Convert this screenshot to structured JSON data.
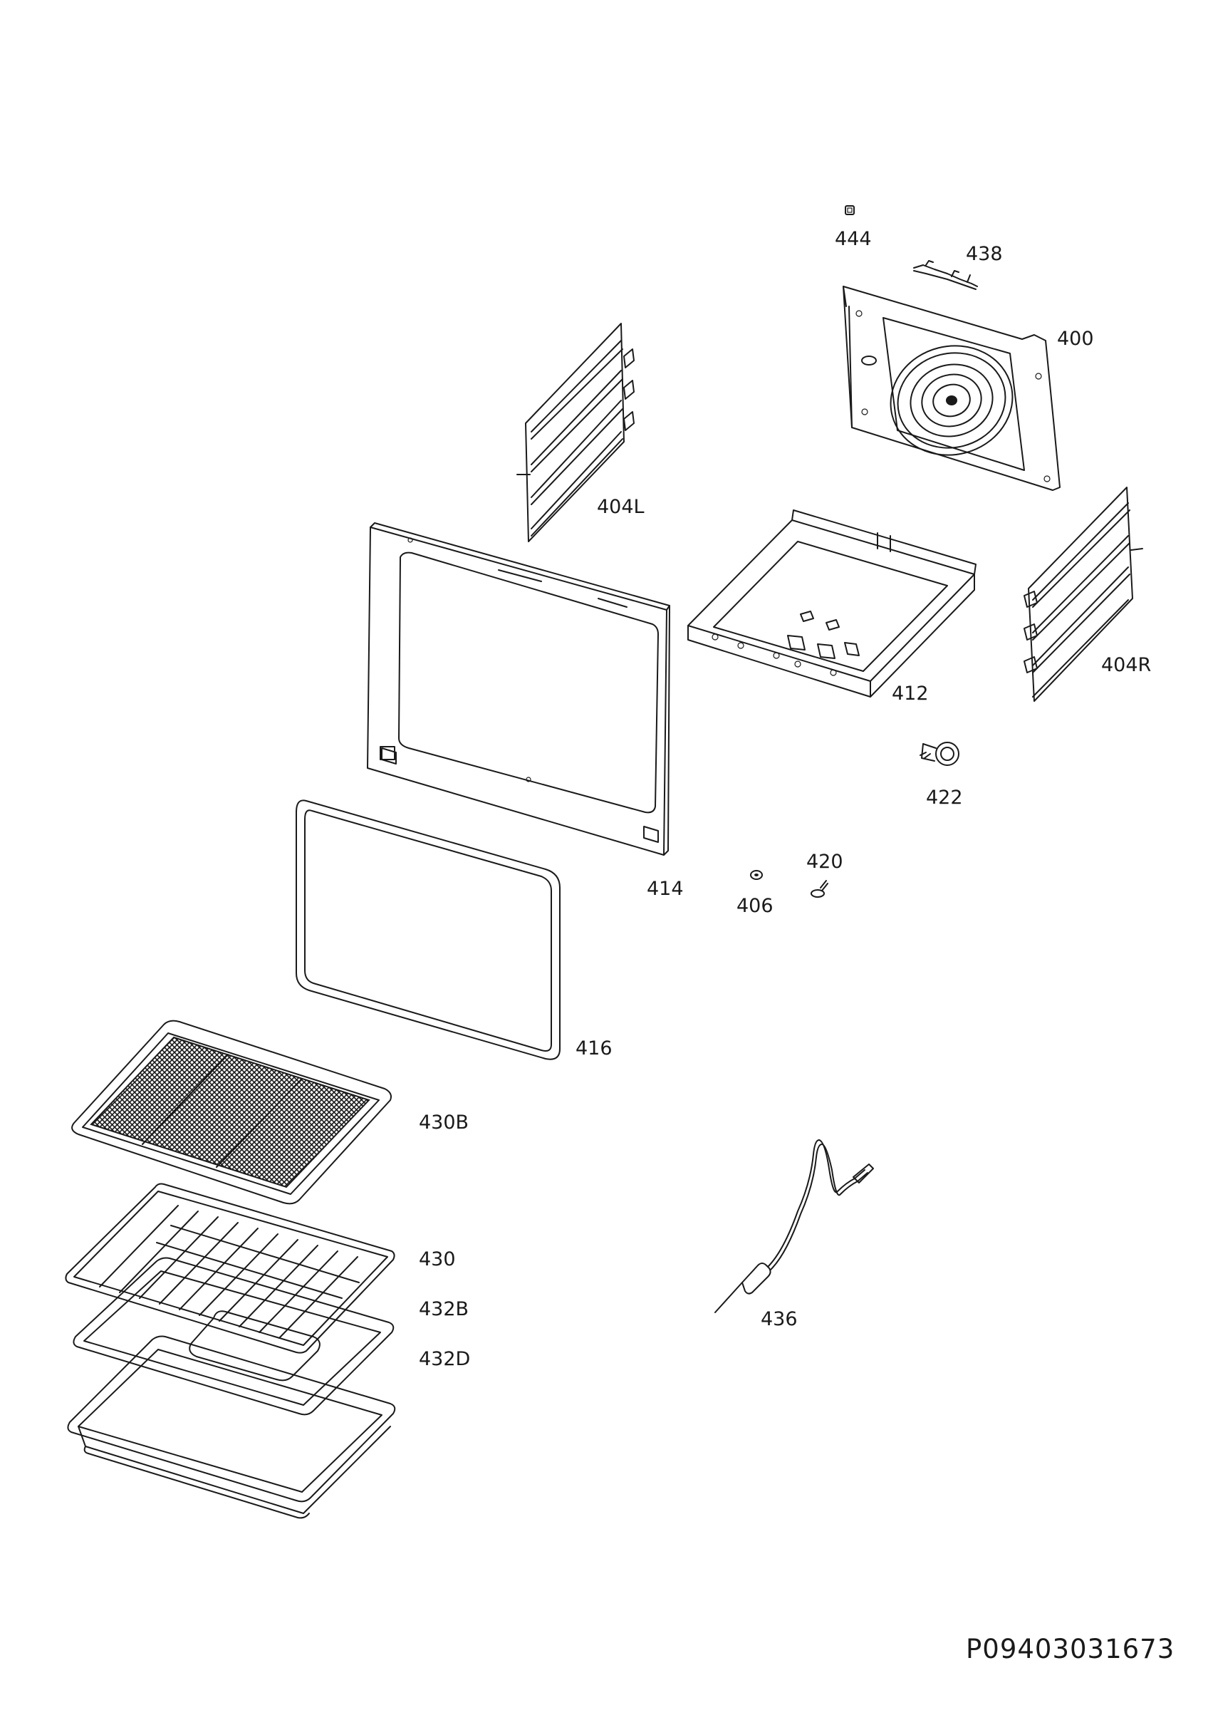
{
  "parts": {
    "p444": "444",
    "p438": "438",
    "p400": "400",
    "p404L": "404L",
    "p404R": "404R",
    "p412": "412",
    "p414": "414",
    "p416": "416",
    "p422": "422",
    "p420": "420",
    "p406": "406",
    "p430B": "430B",
    "p430": "430",
    "p432B": "432B",
    "p432D": "432D",
    "p436": "436"
  },
  "document_number": "P09403031673"
}
